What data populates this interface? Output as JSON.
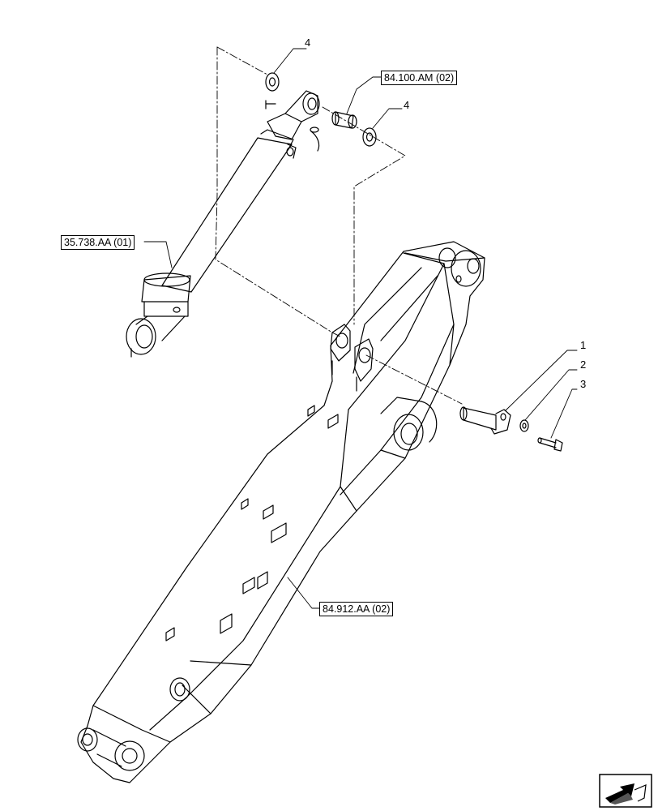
{
  "references": {
    "cylinder_pin": "84.100.AM (02)",
    "cylinder": "35.738.AA (01)",
    "boom": "84.912.AA (02)"
  },
  "callouts": {
    "washer_top": "4",
    "washer_right": "4",
    "pin": "1",
    "washer": "2",
    "bolt": "3"
  },
  "icons": {
    "nav": "next-page-arrow-icon"
  },
  "colors": {
    "line": "#000000",
    "background": "#ffffff"
  }
}
